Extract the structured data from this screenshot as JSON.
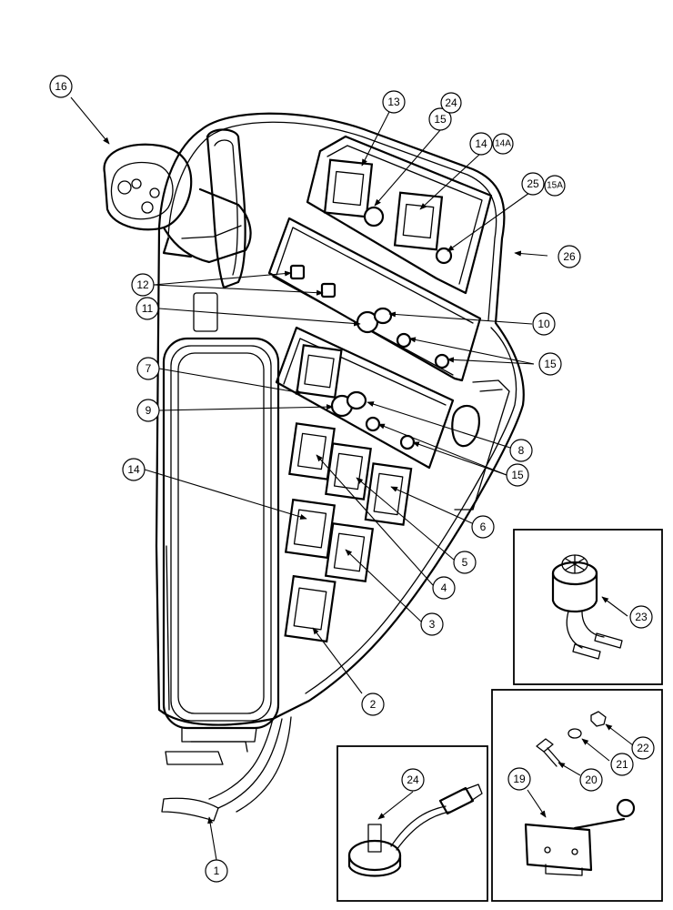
{
  "callouts": {
    "c1": "1",
    "c2": "2",
    "c3": "3",
    "c4": "4",
    "c5": "5",
    "c6": "6",
    "c7": "7",
    "c8": "8",
    "c9": "9",
    "c10": "10",
    "c11": "11",
    "c12": "12",
    "c13": "13",
    "c14a": "14",
    "c14b": "14",
    "c14A": "14A",
    "c15a": "15",
    "c15b": "15",
    "c15c": "15",
    "c15A": "15A",
    "c16": "16",
    "c19": "19",
    "c20": "20",
    "c21": "21",
    "c22": "22",
    "c23": "23",
    "c24a": "24",
    "c24b": "24",
    "c25": "25",
    "c26": "26"
  }
}
